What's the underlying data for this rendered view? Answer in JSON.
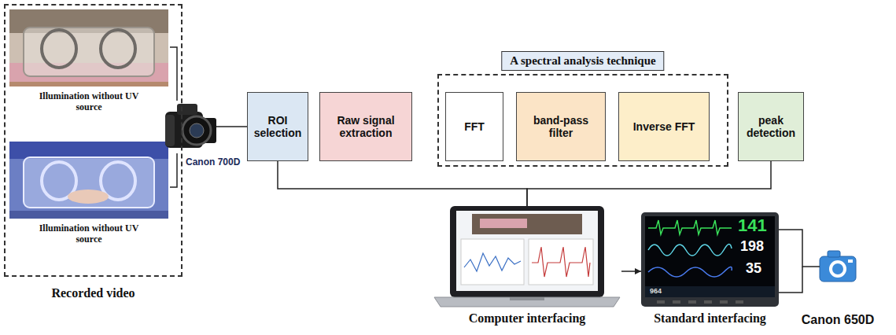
{
  "diagram": {
    "nodes": [
      {
        "text": [
          "Recorded video"
        ]
      },
      {
        "text": [
          "Illumination without UV source"
        ],
        "in": 0
      },
      {
        "text": [
          "Illumination without UV source"
        ],
        "in": 0
      },
      {
        "text": [
          "Canon 700D"
        ]
      },
      {
        "text": [
          "ROI selection"
        ]
      },
      {
        "text": [
          "Raw signal extraction"
        ]
      },
      {
        "text": [
          "A spectral analysis technique"
        ]
      },
      {
        "text": [
          "FFT"
        ],
        "in": 6
      },
      {
        "text": [
          "band-pass filter"
        ],
        "in": 6
      },
      {
        "text": [
          "Inverse FFT"
        ],
        "in": 6
      },
      {
        "text": [
          "peak detection"
        ]
      },
      {
        "text": [
          "Computer interfacing"
        ]
      },
      {
        "text": [
          "Standard interfacing"
        ]
      },
      {
        "text": [
          "Canon 650D"
        ]
      }
    ],
    "edges": [
      {
        "from": 1,
        "to": 3,
        "arrow": "none"
      },
      {
        "from": 2,
        "to": 3,
        "arrow": "none"
      },
      {
        "from": 3,
        "to": 4,
        "arrow": "none"
      },
      {
        "from": 4,
        "to": 11,
        "arrow": "none"
      },
      {
        "from": 10,
        "to": 11,
        "arrow": "none"
      },
      {
        "from": 11,
        "to": 12,
        "arrow": "to"
      },
      {
        "from": 12,
        "to": 13,
        "arrow": "none"
      }
    ],
    "labels": [
      "141",
      "198",
      "35",
      "964"
    ]
  }
}
